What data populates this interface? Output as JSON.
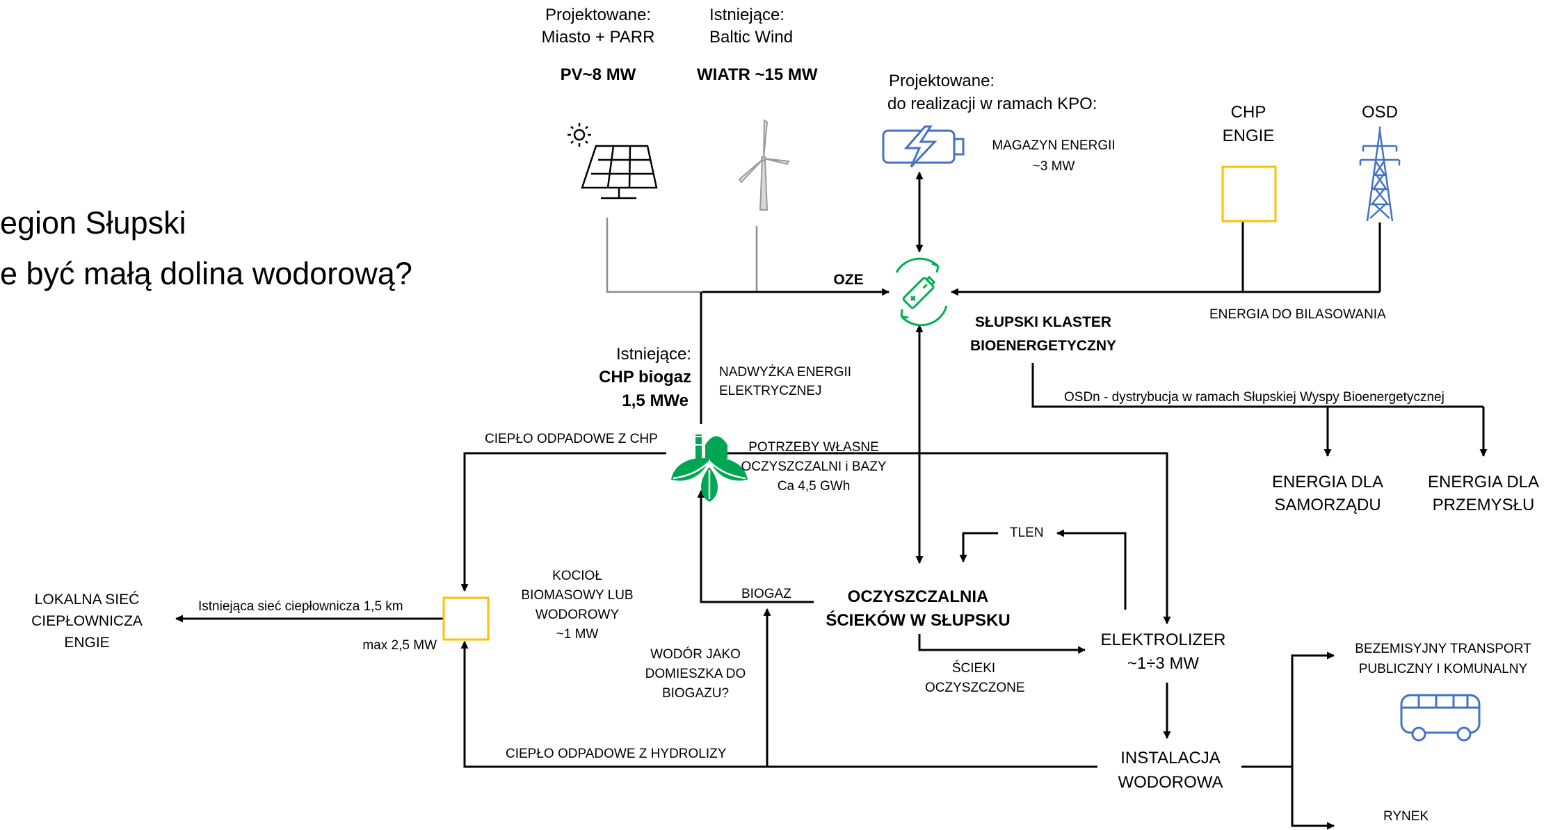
{
  "title": {
    "line1": "egion Słupski",
    "line2": "e być małą dolina wodorową?"
  },
  "pv": {
    "status": "Projektowane:",
    "owner": "Miasto + PARR",
    "capacity": "PV~8 MW",
    "icon": "solar-panel-icon"
  },
  "wind": {
    "status": "Istniejące:",
    "owner": "Baltic Wind",
    "capacity": "WIATR  ~15 MW",
    "icon": "wind-turbine-icon"
  },
  "storage": {
    "status": "Projektowane:",
    "owner": "do realizacji w ramach KPO:",
    "name": "MAGAZYN ENERGII",
    "capacity": "~3 MW",
    "icon": "battery-icon",
    "color": "#4472c4"
  },
  "chp_engie": {
    "line1": "CHP",
    "line2": "ENGIE",
    "color": "#ffc000"
  },
  "osd": {
    "label": "OSD",
    "icon": "power-pylon-icon",
    "color": "#4472c4"
  },
  "oze": {
    "label": "OZE"
  },
  "cluster": {
    "line1": "SŁUPSKI KLASTER",
    "line2": "BIOENERGETYCZNY",
    "icon": "recycle-battery-icon",
    "color": "#00b050"
  },
  "balancing": {
    "label": "ENERGIA DO BILASOWANIA"
  },
  "osdn": {
    "label": "OSDn - dystrybucja w ramach Słupskiej Wyspy Bioenergetycznej"
  },
  "energy_local": {
    "line1": "ENERGIA DLA",
    "line2": "SAMORZĄDU"
  },
  "energy_industry": {
    "line1": "ENERGIA DLA",
    "line2": "PRZEMYSŁU"
  },
  "chp_biogas": {
    "status": "Istniejące:",
    "name": "CHP biogaz",
    "capacity": "1,5 MWe",
    "icon": "biogas-plant-icon",
    "color": "#00a651"
  },
  "surplus": {
    "line1": "NADWYŻKA ENERGII",
    "line2": "ELEKTRYCZNEJ"
  },
  "waste_heat_chp": {
    "label": "CIEPŁO ODPADOWE Z CHP"
  },
  "own_needs": {
    "line1": "POTRZEBY WŁASNE",
    "line2": "OCZYSZCZALNI i BAZY",
    "line3": "Ca 4,5 GWh"
  },
  "oxygen": {
    "label": "TLEN"
  },
  "boiler": {
    "line1": "KOCIOŁ",
    "line2": "BIOMASOWY LUB",
    "line3": "WODOROWY",
    "line4": "~1 MW",
    "color": "#ffc000"
  },
  "biogas": {
    "label": "BIOGAZ"
  },
  "treatment_plant": {
    "line1": "OCZYSZCZALNIA",
    "line2": "ŚCIEKÓW W SŁUPSKU"
  },
  "heat_network": {
    "line1": "LOKALNA SIEĆ",
    "line2": "CIEPŁOWNICZA",
    "line3": "ENGIE"
  },
  "existing_network": {
    "label": "Istniejąca sieć ciepłownicza 1,5 km"
  },
  "max_power": {
    "label": "max 2,5 MW"
  },
  "hydrogen_blend": {
    "line1": "WODÓR JAKO",
    "line2": "DOMIESZKA DO",
    "line3": "BIOGAZU?"
  },
  "treated_sewage": {
    "line1": "ŚCIEKI",
    "line2": "OCZYSZCZONE"
  },
  "electrolyzer": {
    "line1": "ELEKTROLIZER",
    "line2": "~1÷3 MW"
  },
  "hydrolysis_heat": {
    "label": "CIEPŁO ODPADOWE Z HYDROLIZY"
  },
  "hydrogen_installation": {
    "line1": "INSTALACJA",
    "line2": "WODOROWA"
  },
  "transport": {
    "line1": "BEZEMISYJNY TRANSPORT",
    "line2": "PUBLICZNY I KOMUNALNY",
    "icon": "bus-icon",
    "color": "#4472c4"
  },
  "market": {
    "label": "RYNEK"
  }
}
